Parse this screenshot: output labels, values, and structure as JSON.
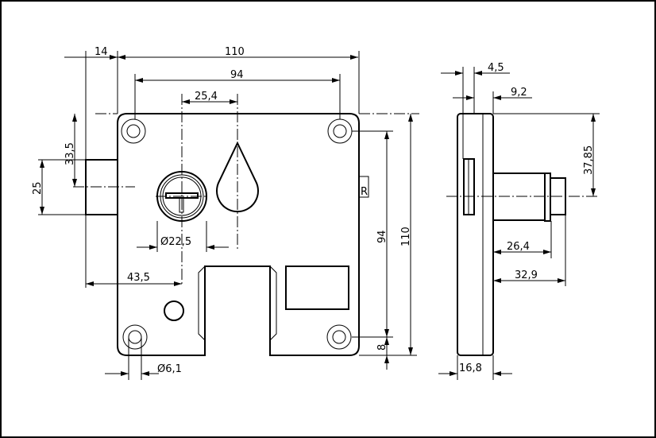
{
  "front_view": {
    "dims": {
      "bolt_projection": "14",
      "width": "110",
      "hole_spacing_h": "94",
      "cylinder_offset": "25,4",
      "bolt_height_offset": "33,5",
      "bolt_height": "25",
      "cylinder_diameter": "Ø22,5",
      "cylinder_from_bolt": "43,5",
      "hole_diameter": "Ø6,1",
      "hole_spacing_v": "94",
      "height": "110",
      "hole_edge": "8"
    },
    "logo_text": "R"
  },
  "side_view": {
    "dims": {
      "slot_width": "4,5",
      "plate_offset": "9,2",
      "center_height": "37,85",
      "cylinder_length": "26,4",
      "cylinder_total": "32,9",
      "thickness": "16,8"
    }
  }
}
